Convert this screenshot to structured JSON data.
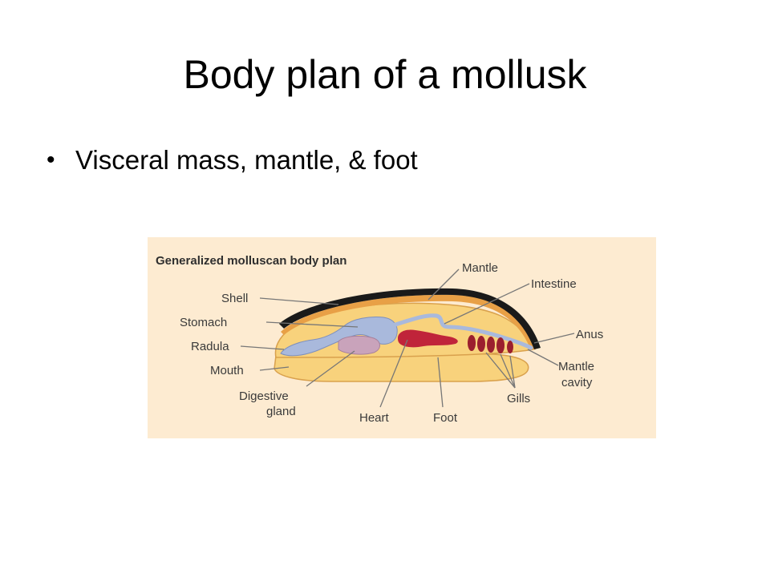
{
  "slide": {
    "title": "Body plan of a mollusk",
    "bullets": [
      "Visceral mass, mantle, & foot"
    ]
  },
  "figure": {
    "title": "Generalized molluscan body plan",
    "labels": {
      "shell": "Shell",
      "stomach": "Stomach",
      "radula": "Radula",
      "mouth": "Mouth",
      "digestive_gland_line1": "Digestive",
      "digestive_gland_line2": "gland",
      "heart": "Heart",
      "foot": "Foot",
      "gills": "Gills",
      "mantle_cavity_line1": "Mantle",
      "mantle_cavity_line2": "cavity",
      "anus": "Anus",
      "intestine": "Intestine",
      "mantle": "Mantle"
    },
    "colors": {
      "background": "#fdebd1",
      "shell": "#1a1a1a",
      "mantle": "#e8a046",
      "body": "#f8d27c",
      "digestive_tract": "#a9b9dc",
      "digestive_gland": "#c9a3bb",
      "heart": "#c0243a",
      "gills": "#9b1f2e"
    }
  }
}
